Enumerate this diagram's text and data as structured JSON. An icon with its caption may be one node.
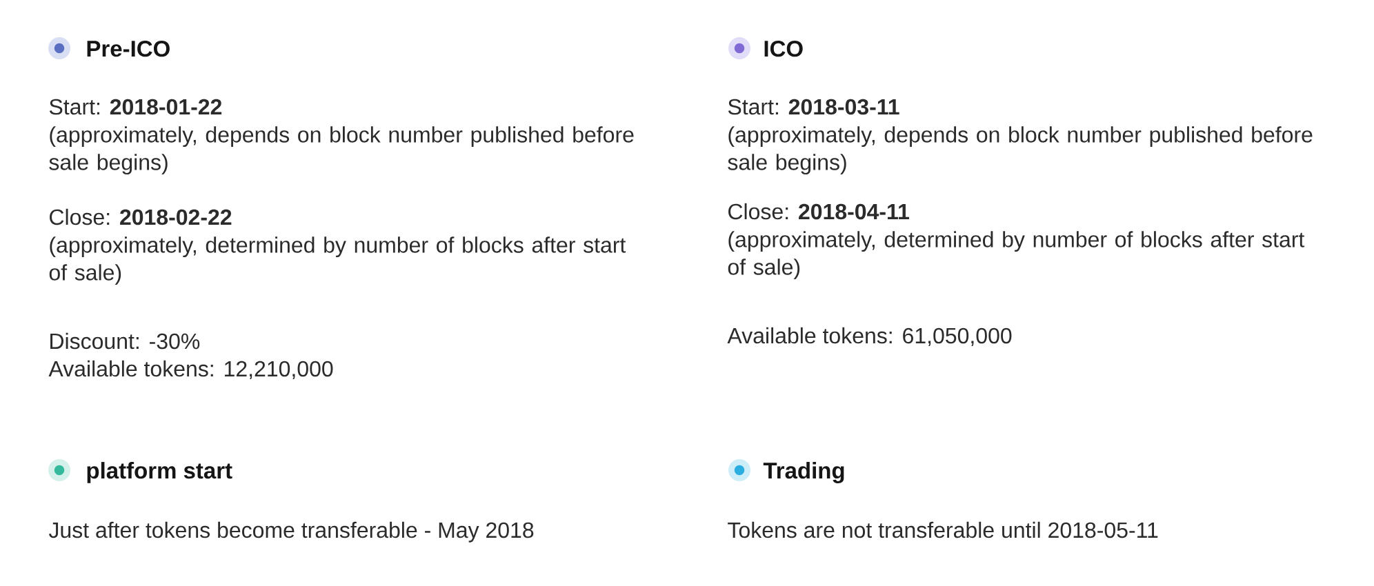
{
  "diagram": {
    "labels": [
      "Pre-ICO",
      "Start: **2018-01-22**",
      "(approximately, depends on block number published before sale begins)",
      "Close: **2018-02-22**",
      "(approximately, determined by number of blocks after start of sale)",
      "Discount: -30%",
      "Available tokens: 12,210,000",
      "ICO",
      "Start: **2018-03-11**",
      "(approximately, depends on block number published before sale begins)",
      "Close: **2018-04-11**",
      "(approximately, determined by number of blocks after start of sale)",
      "Available tokens: 61,050,000",
      "platform start",
      "Just after tokens become transferable - May 2018",
      "Trading",
      "Tokens are not transferable until 2018-05-11"
    ]
  }
}
